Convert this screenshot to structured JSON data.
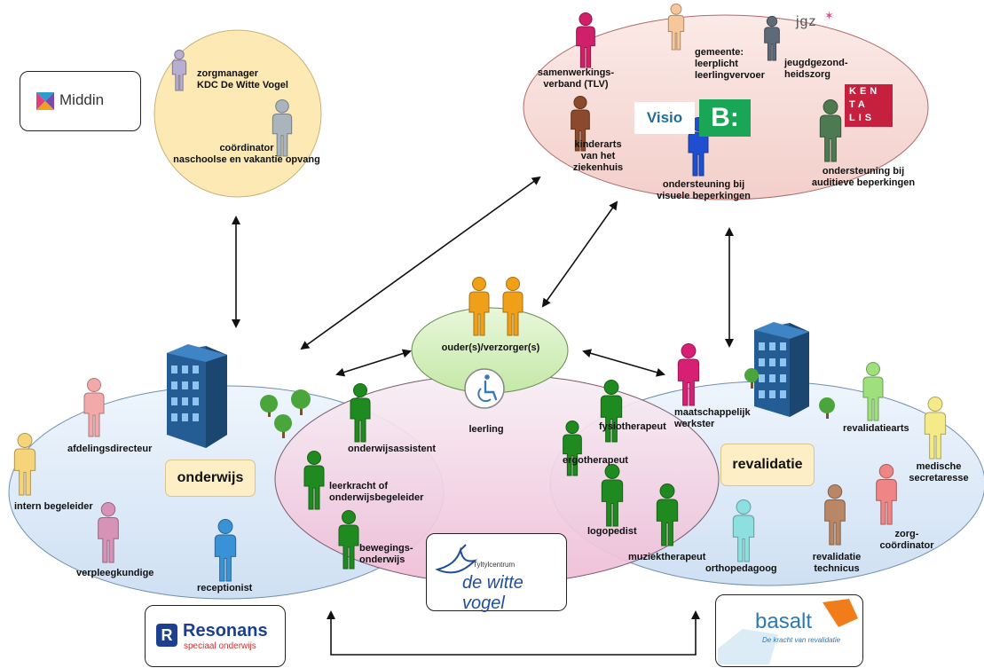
{
  "colors": {
    "school_blue": "#2e6fa8",
    "staff_green": "#1f8a1f",
    "parent_orange": "#f0a018",
    "middin_circle": "#fce9b3",
    "network_ellipse": "#f6d6d2",
    "leerling_ellipse": "#f3c9dd",
    "ouder_ellipse": "#d6efc0",
    "side_ellipse": "#d6e6f7"
  },
  "logos": {
    "middin": "Middin",
    "jgz": "JGZ",
    "visio": "Visio",
    "bartimeus": "B:",
    "kentalis_row1": "KEN",
    "kentalis_row2": "TA",
    "kentalis_row3": "LIS",
    "resonans_title": "Resonans",
    "resonans_sub": "speciaal onderwijs",
    "dwv_top": "Tyltylcentrum",
    "dwv_main": "de witte vogel",
    "basalt_title": "basalt",
    "basalt_sub": "De kracht van revalidatie"
  },
  "middin_circle": {
    "zorgmanager": "zorgmanager\nKDC De Witte Vogel",
    "coordinator": "coördinator\nnaschoolse en vakantie opvang"
  },
  "network": {
    "samenwerkingsverband": "samenwerkings-\nverband (TLV)",
    "gemeente": "gemeente:\nleerplicht\nleerlingvervoer",
    "jeugdgezondheidszorg": "jeugdgezond-\nheidszorg",
    "kinderarts": "kinderarts\nvan het ziekenhuis",
    "visueel": "ondersteuning bij\nvisuele beperkingen",
    "auditief": "ondersteuning bij\nauditieve beperkingen"
  },
  "center": {
    "ouders": "ouder(s)/verzorger(s)",
    "leerling": "leerling"
  },
  "onderwijs": {
    "title": "onderwijs",
    "afdelingsdirecteur": "afdelingsdirecteur",
    "intern_begeleider": "intern begeleider",
    "verpleegkundige": "verpleegkundige",
    "receptionist": "receptionist",
    "onderwijsassistent": "onderwijsassistent",
    "leerkracht": "leerkracht of\nonderwijsbegeleider",
    "bewegingsonderwijs": "bewegings-\nonderwijs"
  },
  "revalidatie": {
    "title": "revalidatie",
    "fysiotherapeut": "fysiotherapeut",
    "ergotherapeut": "ergotherapeut",
    "logopedist": "logopedist",
    "muziektherapeut": "muziektherapeut",
    "maatschappelijk_werkster": "maatschappelijk\nwerkster",
    "revalidatiearts": "revalidatiearts",
    "medische_secretaresse": "medische\nsecretaresse",
    "zorg_coordinator": "zorg-\ncoördinator",
    "revalidatie_technicus": "revalidatie\ntechnicus",
    "orthopedagoog": "orthopedagoog"
  }
}
